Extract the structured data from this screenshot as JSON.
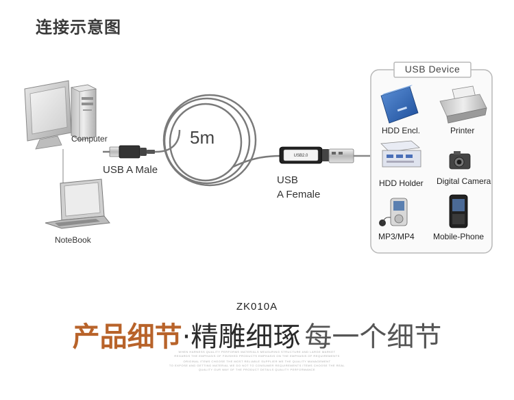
{
  "header": {
    "title": "连接示意图"
  },
  "left": {
    "computer_label": "Computer",
    "notebook_label": "NoteBook",
    "usb_male_label": "USB A Male"
  },
  "cable": {
    "length_label": "5m",
    "chip_text": "USB2.0"
  },
  "right_label": {
    "line1": "USB",
    "line2": "A Female"
  },
  "device_panel": {
    "title": "USB Device",
    "devices": [
      {
        "label": "HDD Encl."
      },
      {
        "label": "Printer"
      },
      {
        "label": "HDD Holder"
      },
      {
        "label": "Digital Camera"
      },
      {
        "label": "MP3/MP4"
      },
      {
        "label": "Mobile-Phone"
      }
    ]
  },
  "footer": {
    "model": "ZK010A",
    "slogan_a": "产品细节",
    "slogan_b": "·精雕细琢",
    "slogan_c": "每一个细节",
    "fine_print": [
      "WHEN HARNESS QUALITY PERFORMS MATERIALS MEASURING STRUCTURE AND LARGE MARKET",
      "REGARDS THE EMPHASIS OF FINISHED PRODUCTS EMPHASIS ON THE EMPHASIS OF REQUIREMENTS",
      "ORIGINAL ITEMS CHOOSE THE MOST RELIABLE SUPPLIER WE THE QUALITY MANAGEMENT",
      "TO EXPOSE AND GETTING MATERIAL WE DO NOT TO CONSUMER REQUIREMENTS ITEMS CHOOSE THE REAL",
      "QUALITY OUR WAY OF THE PRODUCT DETAILS QUALITY PERFORMANCE"
    ]
  }
}
